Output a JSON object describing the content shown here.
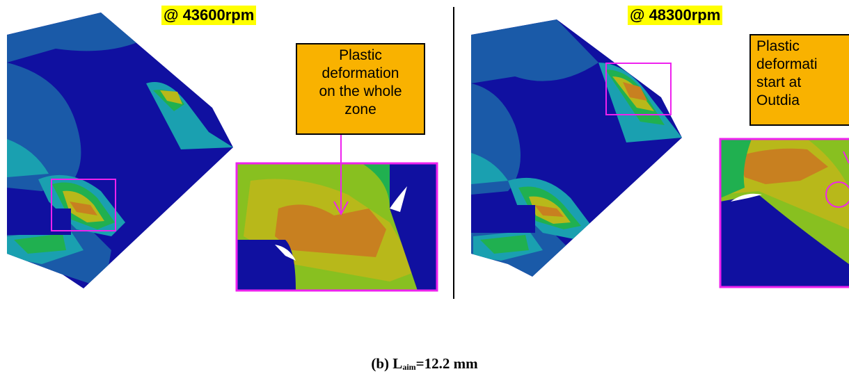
{
  "panels": [
    {
      "speed_label": "@ 43600rpm",
      "callout_text": "Plastic\ndeformation\non the whole\nzone"
    },
    {
      "speed_label": "@ 48300rpm",
      "callout_text": "Plastic\ndeformati\n  start at\n Outdia"
    }
  ],
  "caption": {
    "prefix": "(b)  L",
    "subscript": "aim",
    "suffix": "=12.2 mm"
  },
  "colors": {
    "dark_blue": "#1010a0",
    "mid_blue": "#1a5aa8",
    "teal": "#1aa0b0",
    "cyan": "#34c0c0",
    "green": "#20b050",
    "lime": "#88c020",
    "olive": "#b8b81a",
    "brown": "#c88020",
    "highlight_box": "#ee22ee",
    "callout_fill": "#f9b200",
    "label_highlight": "#ffff00"
  }
}
